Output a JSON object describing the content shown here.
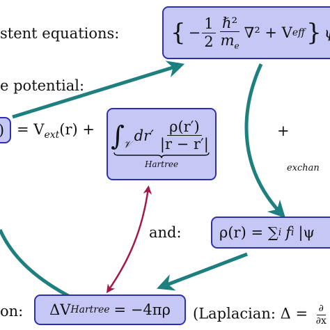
{
  "labels": {
    "equations_fragment": "stent equations:",
    "potential_fragment": "e potential:",
    "equals_vext": "= V",
    "vext_sub": "ext",
    "vext_rest": "(r) +",
    "plus": "+",
    "exchange_fragment": "exchan",
    "and": "and:",
    "bottom_fragment": "on:",
    "laplacian_text": "(Laplacian: Δ =",
    "laplacian_frac_num": "∂",
    "laplacian_frac_den": "∂x"
  },
  "kohn_sham_box": {
    "brace_open": "{",
    "minus": "−",
    "one": "1",
    "two": "2",
    "hbar_sq": "ℏ²",
    "m": "m",
    "m_sub": "e",
    "nabla": "∇² + V",
    "veff_sub": "eff",
    "brace_close": "}",
    "psi": "ψ"
  },
  "hartree_box": {
    "integral": "∫",
    "domain": "𝒱",
    "dr": "dr′",
    "num": "ρ(r′)",
    "den": "|r − r′|",
    "underbrace_label": "Hartree"
  },
  "left_box": {
    "text": ")"
  },
  "density_box": {
    "lhs": "ρ(r) = ∑",
    "sub": "i",
    "f": "f",
    "f_sub": "i",
    "rhs": "|ψ"
  },
  "poisson_box": {
    "delta": "ΔV",
    "sub": "Hartree",
    "rhs": "= −4πρ"
  },
  "colors": {
    "box_fill": "#c5c8f4",
    "box_border": "#2e2fb0",
    "teal_arrow": "#1e7f7f",
    "crimson_arrow": "#a3174a"
  }
}
